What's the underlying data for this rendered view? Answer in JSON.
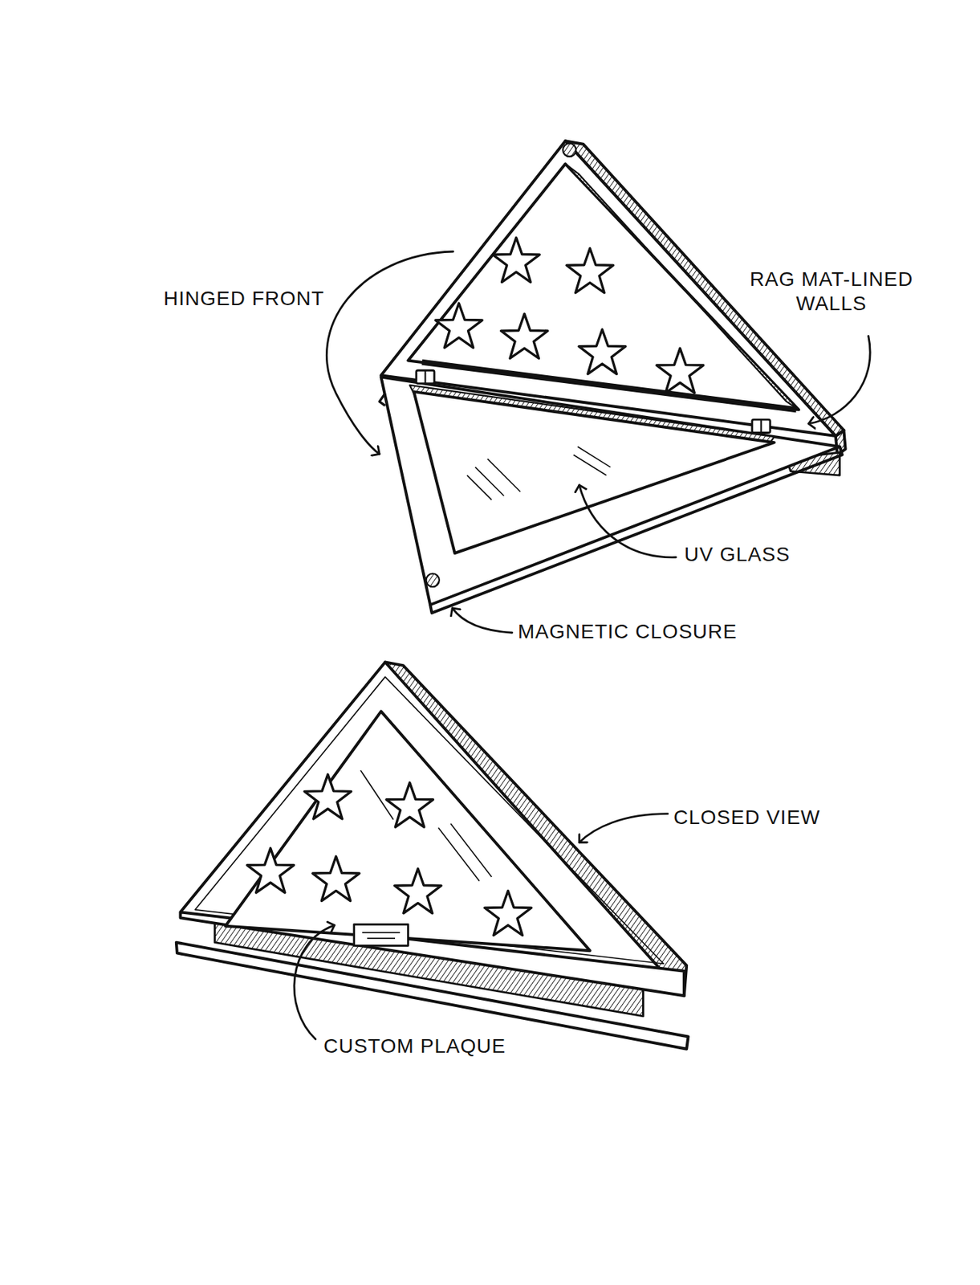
{
  "diagram": {
    "labels": [
      "HINGED FRONT",
      "RAG MAT-LINED WALLS",
      "UV GLASS",
      "MAGNETIC CLOSURE",
      "CLOSED VIEW",
      "CUSTOM PLAQUE"
    ]
  }
}
